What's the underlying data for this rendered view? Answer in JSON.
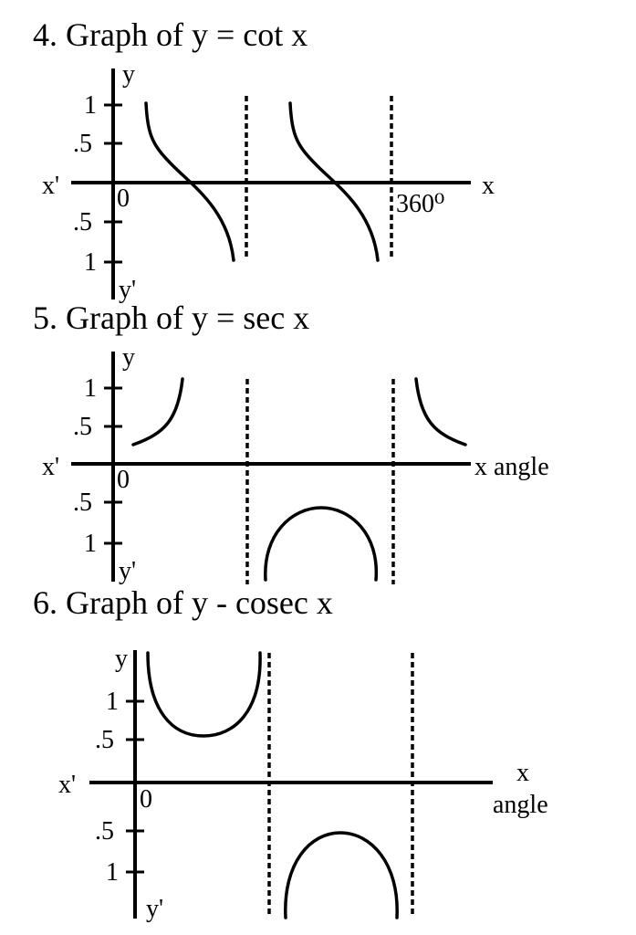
{
  "graphs": [
    {
      "title": "4. Graph of y = cot x",
      "y_label": "y",
      "y_neg_label": "y'",
      "x_label": "x",
      "x_neg_label": "x'",
      "origin": "0",
      "ticks": [
        "1",
        ".5",
        ".5",
        "1"
      ],
      "marker": "360⁰"
    },
    {
      "title": "5. Graph of y = sec x",
      "y_label": "y",
      "y_neg_label": "y'",
      "x_label": "x angle",
      "x_neg_label": "x'",
      "origin": "0",
      "ticks": [
        "1",
        ".5",
        ".5",
        "1"
      ]
    },
    {
      "title": "6. Graph of y - cosec x",
      "y_label": "y",
      "y_neg_label": "y'",
      "x_label": "x",
      "x_label2": "angle",
      "x_neg_label": "x'",
      "origin": "0",
      "ticks": [
        "1",
        ".5",
        ".5",
        "1"
      ]
    }
  ]
}
